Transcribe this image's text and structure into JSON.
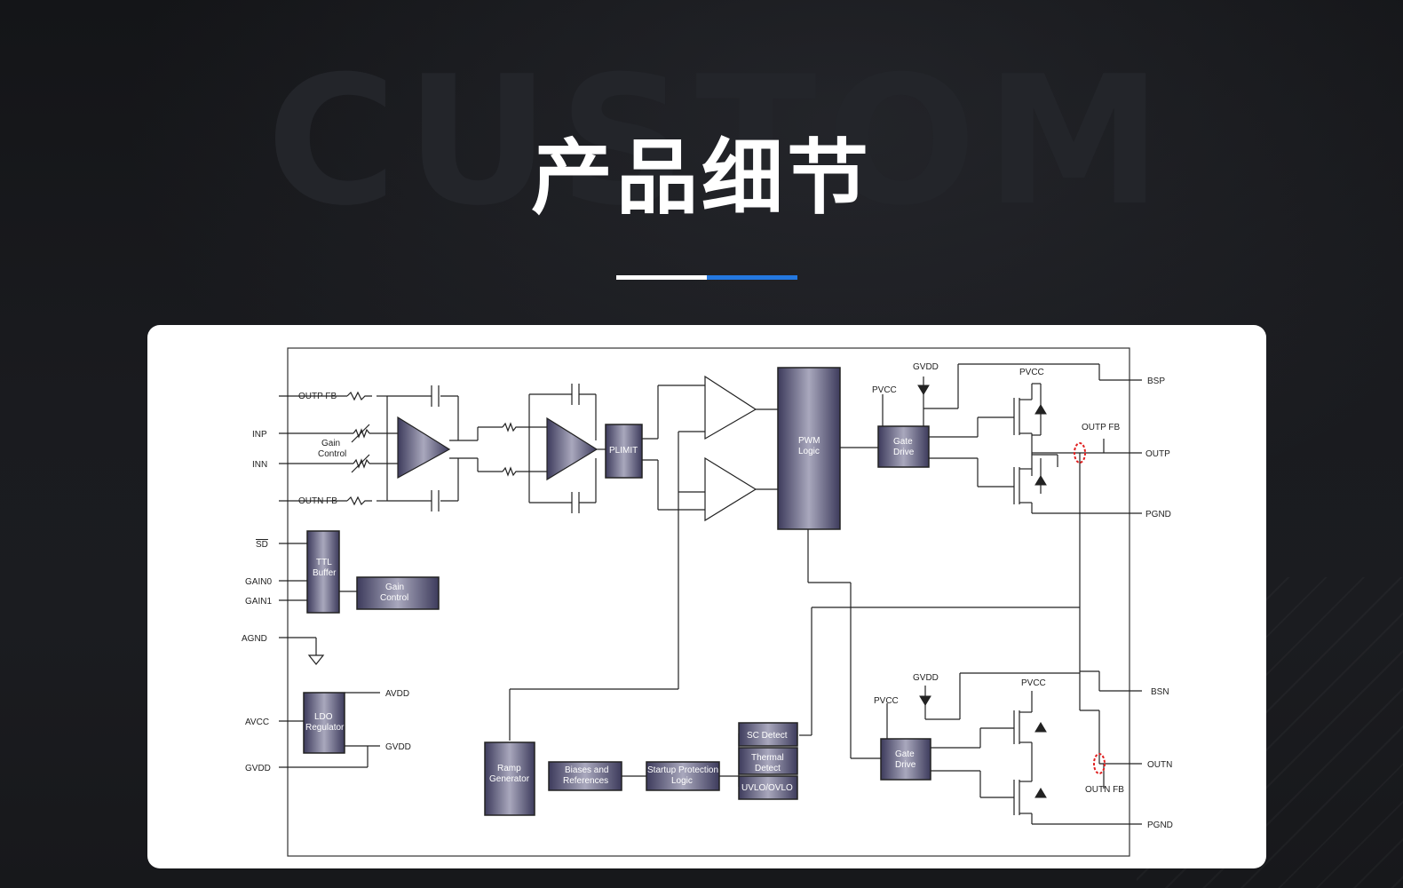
{
  "header": {
    "title": "产品细节",
    "watermark": "CUSTOM"
  },
  "colors": {
    "accent": "#2478e0",
    "block_fill": "#56547a",
    "card": "#ffffff",
    "background": "#16171b"
  },
  "diagram": {
    "pins_left": {
      "outp_fb": "OUTP FB",
      "inp": "INP",
      "inn": "INN",
      "outn_fb": "OUTN FB",
      "sd": "SD",
      "gain0": "GAIN0",
      "gain1": "GAIN1",
      "agnd": "AGND",
      "avcc": "AVCC",
      "gvdd": "GVDD"
    },
    "pins_right": {
      "bsp": "BSP",
      "outp": "OUTP",
      "pgnd_top": "PGND",
      "bsn": "BSN",
      "outn": "OUTN",
      "pgnd_bottom": "PGND"
    },
    "labels": {
      "gain_control_amp_1": "Gain",
      "gain_control_amp_2": "Control",
      "gvdd_top": "GVDD",
      "pvcc_top_left": "PVCC",
      "pvcc_top_right": "PVCC",
      "outp_fb_right": "OUTP FB",
      "gvdd_bottom": "GVDD",
      "pvcc_bottom_left": "PVCC",
      "pvcc_bottom_right": "PVCC",
      "outn_fb_right": "OUTN FB",
      "avdd": "AVDD",
      "gvdd_ldo": "GVDD"
    },
    "blocks": {
      "plimit": "PLIMIT",
      "pwm_1": "PWM",
      "pwm_2": "Logic",
      "gate_top_1": "Gate",
      "gate_top_2": "Drive",
      "gate_bot_1": "Gate",
      "gate_bot_2": "Drive",
      "ttl_1": "TTL",
      "ttl_2": "Buffer",
      "gainctl_1": "Gain",
      "gainctl_2": "Control",
      "ldo_1": "LDO",
      "ldo_2": "Regulator",
      "ramp_1": "Ramp",
      "ramp_2": "Generator",
      "bias_1": "Biases and",
      "bias_2": "References",
      "startup_1": "Startup Protection",
      "startup_2": "Logic",
      "sc_detect": "SC Detect",
      "thermal_1": "Thermal",
      "thermal_2": "Detect",
      "uvlo": "UVLO/OVLO"
    }
  }
}
